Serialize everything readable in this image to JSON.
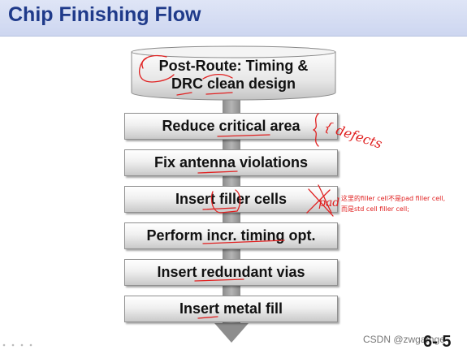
{
  "title": "Chip Finishing Flow",
  "start": {
    "line1": "Post-Route: Timing &",
    "line2": "DRC clean design"
  },
  "steps": [
    "Reduce critical area",
    "Fix antenna violations",
    "Insert filler cells",
    "Perform incr. timing opt.",
    "Insert redundant vias",
    "Insert metal fill"
  ],
  "annotations": {
    "handwritten_note": "{ defects",
    "note_line1": "这里的filler cell不是pad filler cell,",
    "note_line2": "而是std cell filler cell;"
  },
  "page_number": "6- 5",
  "watermark": "CSDN @zwgamge",
  "colors": {
    "title": "#1f3a8a",
    "annotation_red": "#e02020"
  }
}
